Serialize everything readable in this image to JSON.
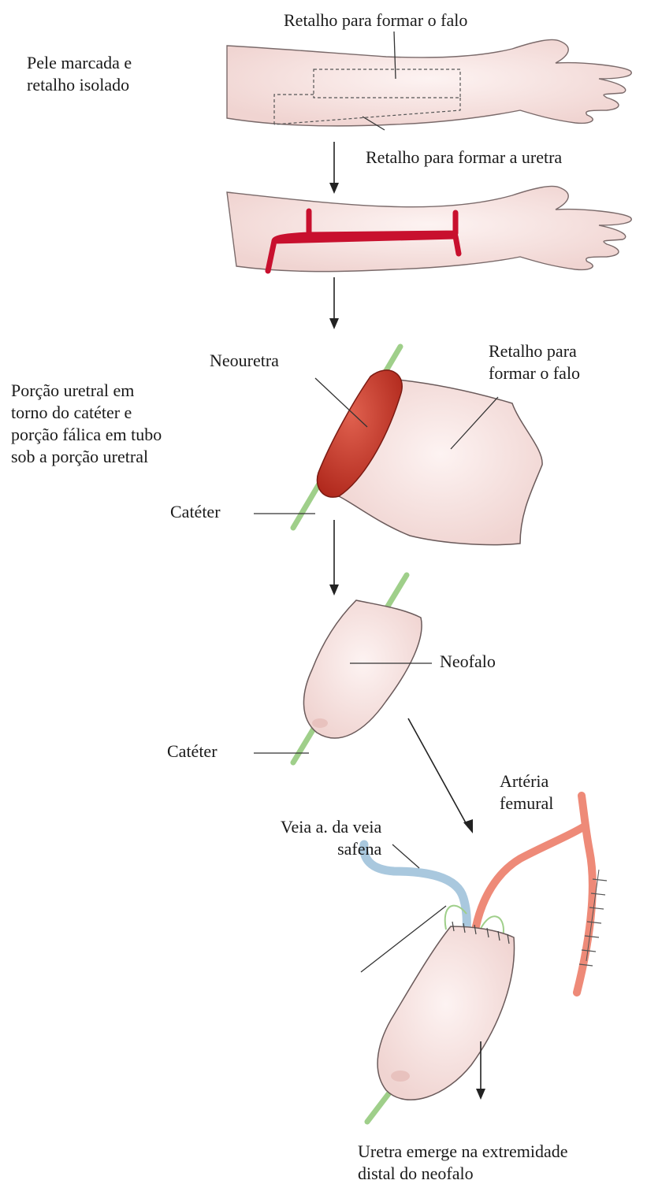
{
  "labels": {
    "flap_phallus_top": "Retalho para formar o falo",
    "skin_marked": "Pele marcada e\nretalho isolado",
    "flap_urethra": "Retalho para formar a uretra",
    "neourethra": "Neouretra",
    "flap_phallus_right": "Retalho para\nformar o falo",
    "urethral_portion": "Porção uretral em\ntorno do catéter e\nporção fálica em tubo\nsob a porção uretral",
    "catheter_1": "Catéter",
    "neophallus": "Neofalo",
    "catheter_2": "Catéter",
    "femoral_artery": "Artéria\nfemural",
    "saphenous_vein": "Veia a. da veia\nsafena",
    "urethra_emerges": "Uretra emerge na extremidade\ndistal do neofalo"
  },
  "colors": {
    "skin": "#f6dedc",
    "skin_outline": "#5a4a4a",
    "incision": "#c8102e",
    "neourethra": "#c8392b",
    "catheter": "#9fcf8a",
    "vein": "#a9c8de",
    "artery": "#ee8a78",
    "arrow": "#222222"
  },
  "icons": [
    "arm-icon",
    "flap-icon",
    "neophallus-icon",
    "catheter-icon",
    "vessel-icon"
  ]
}
